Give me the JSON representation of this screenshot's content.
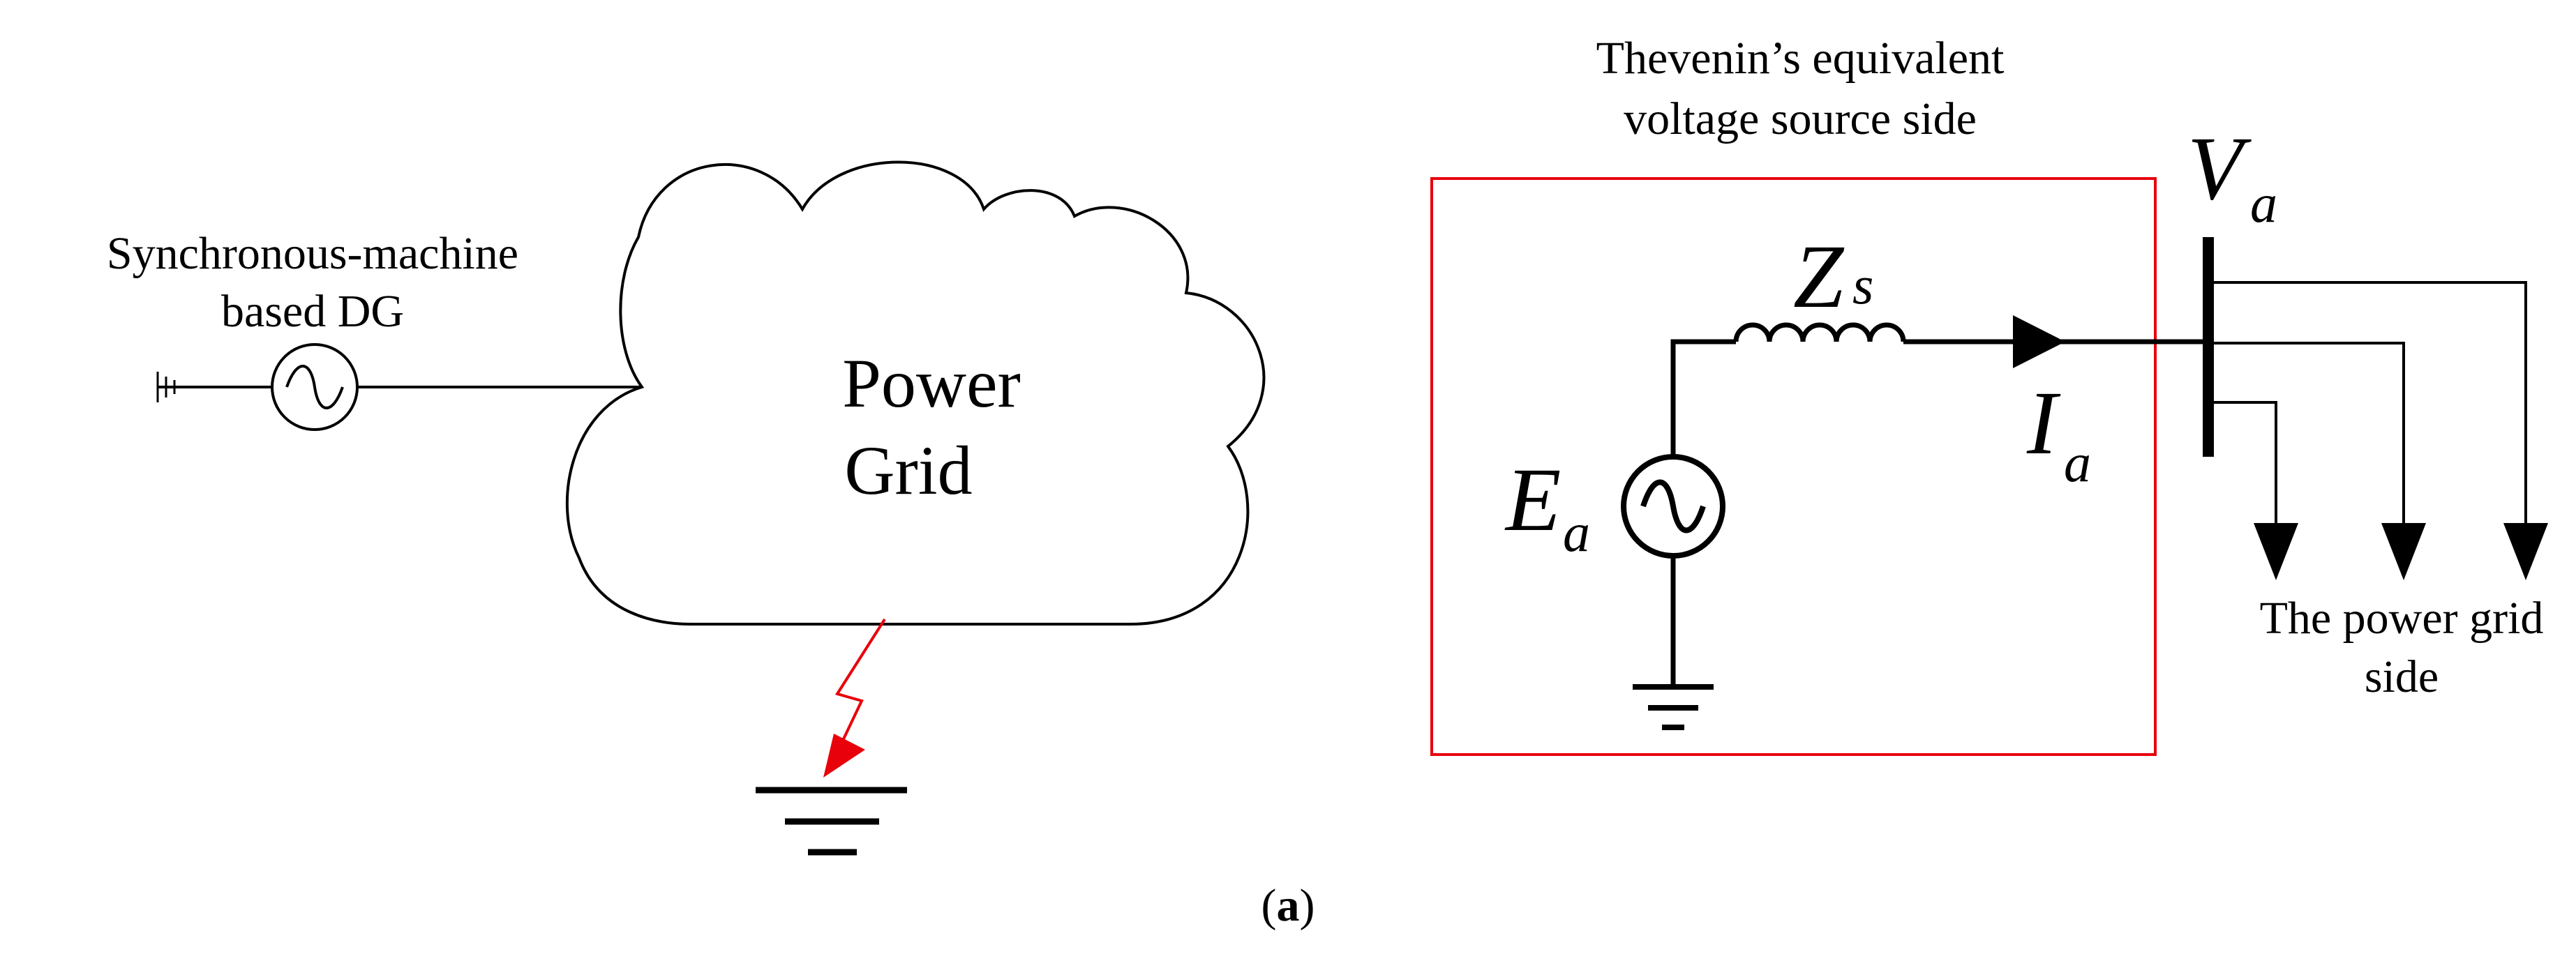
{
  "left_panel": {
    "generator_label_line1": "Synchronous-machine",
    "generator_label_line2": "based DG",
    "cloud_label_line1": "Power",
    "cloud_label_line2": "Grid",
    "fault_color": "#e8000b"
  },
  "right_panel": {
    "title_line1": "Thevenin’s equivalent",
    "title_line2": "voltage source side",
    "box_color": "#e8000b",
    "source_symbol": "E",
    "source_subscript": "a",
    "impedance_symbol": "Z",
    "impedance_subscript": "s",
    "current_symbol": "I",
    "current_subscript": "a",
    "bus_voltage_symbol": "V",
    "bus_voltage_subscript": "a",
    "grid_side_line1": "The power grid",
    "grid_side_line2": "side"
  },
  "caption": {
    "open": "(",
    "letter": "a",
    "close": ")"
  }
}
